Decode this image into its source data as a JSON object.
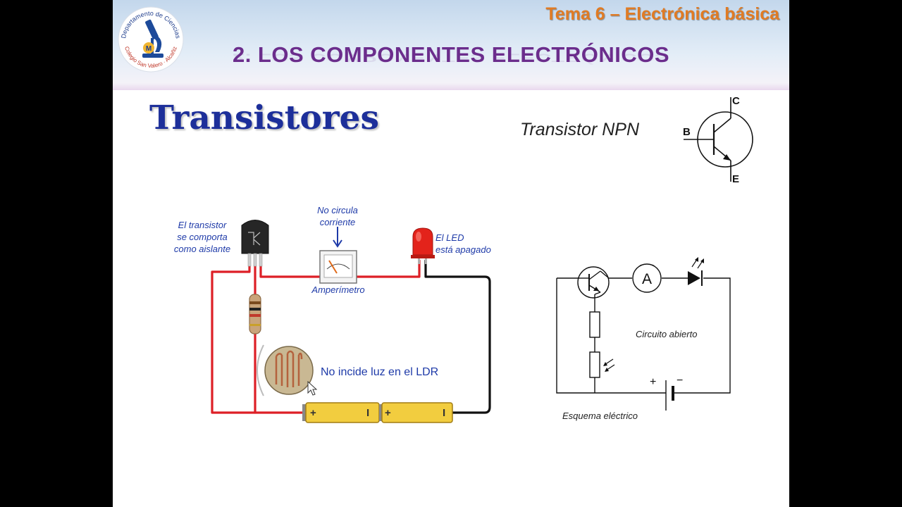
{
  "header": {
    "topic": "Tema 6 – Electrónica básica",
    "section": "2. LOS COMPONENTES ELECTRÓNICOS",
    "logo_text_top": "Departamento de Ciencias",
    "logo_text_bottom": "Colegio San Valero · Alcañiz",
    "logo_monogram": "M"
  },
  "title": "Transistores",
  "npn": {
    "label": "Transistor NPN",
    "pin_c": "C",
    "pin_b": "B",
    "pin_e": "E"
  },
  "circuit": {
    "transistor_note": [
      "El transistor",
      "se comporta",
      "como aislante"
    ],
    "meter_note": [
      "No circula",
      "corriente"
    ],
    "meter_label": "Amperímetro",
    "led_note": [
      "El LED",
      "está apagado"
    ],
    "ldr_note": "No incide luz en el LDR",
    "battery_plus": "+",
    "battery_minus": "I"
  },
  "schematic": {
    "ammeter_symbol": "A",
    "state_label": "Circuito abierto",
    "battery_plus": "+",
    "battery_minus": "−",
    "caption": "Esquema eléctrico"
  },
  "colors": {
    "title": "#1d2f9a",
    "topic": "#e07b24",
    "section": "#6b2d8c",
    "wire_red": "#dd1f26",
    "wire_black": "#111111",
    "note_blue": "#1e3aa8"
  }
}
